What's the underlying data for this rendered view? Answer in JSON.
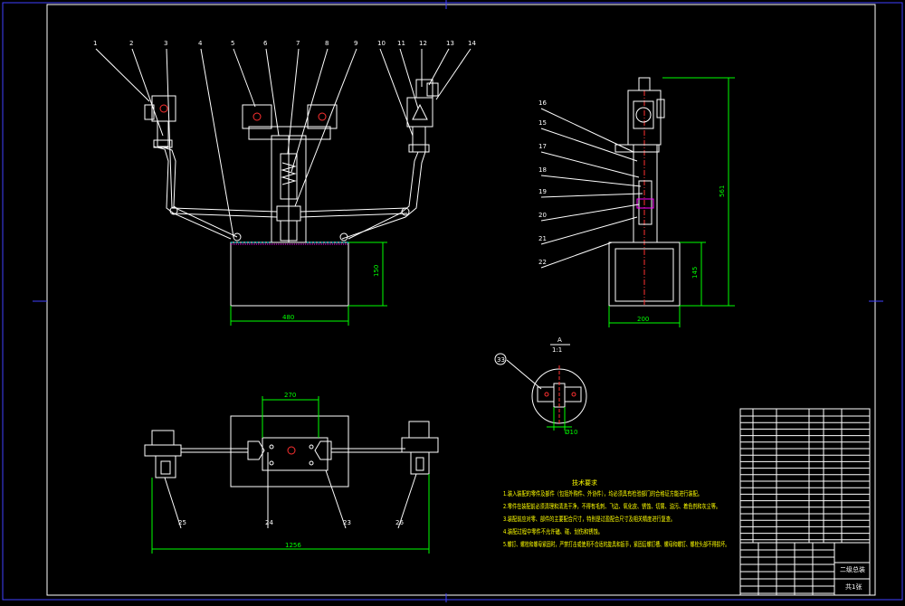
{
  "colors": {
    "background": "#000000",
    "outline": "#ffffff",
    "dimension": "#00ff00",
    "note_text": "#ffff00",
    "title_block": "#ffffff",
    "center_line": "#ff3030",
    "hatch": "#ff00ff"
  },
  "front_view": {
    "balloons": [
      "1",
      "2",
      "3",
      "4",
      "5",
      "6",
      "7",
      "8",
      "9",
      "10",
      "11",
      "12",
      "13",
      "14"
    ],
    "dim_width": "480",
    "dim_height": "150"
  },
  "side_view": {
    "balloons": [
      "16",
      "15",
      "17",
      "18",
      "19",
      "20",
      "21",
      "22"
    ],
    "dim_height_total": "561",
    "dim_height_base": "145",
    "dim_width": "200"
  },
  "plan_view": {
    "balloons": [
      "25",
      "24",
      "23",
      "26"
    ],
    "dim_center": "270",
    "dim_total": "1256"
  },
  "detail_view": {
    "label_letter": "A",
    "label_scale": "1:1",
    "balloon": "33",
    "dim": "Ø10"
  },
  "tech_notes": {
    "title": "技术要求",
    "lines": [
      "1.装入装配的零件及部件（包括外购件、外协件），均必须具有检验部门的合格证方能进行装配。",
      "2.零件在装配前必须清理和清洗干净，不得有毛刺、飞边、氧化皮、锈蚀、切屑、油污、着色剂和灰尘等。",
      "3.装配前应对零、部件的主要配合尺寸，特别是过盈配合尺寸及相关精度进行复查。",
      "4.装配过程中零件不允许磕、碰、划伤和锈蚀。",
      "5.螺钉、螺栓和螺母紧固时，严禁打击或使用不合适的旋具和扳手，紧固后螺钉槽、螺母和螺钉、螺栓头部不得损坏。"
    ]
  },
  "title_block": {
    "drawing_name": "二级总装",
    "sheet": "共1张"
  }
}
